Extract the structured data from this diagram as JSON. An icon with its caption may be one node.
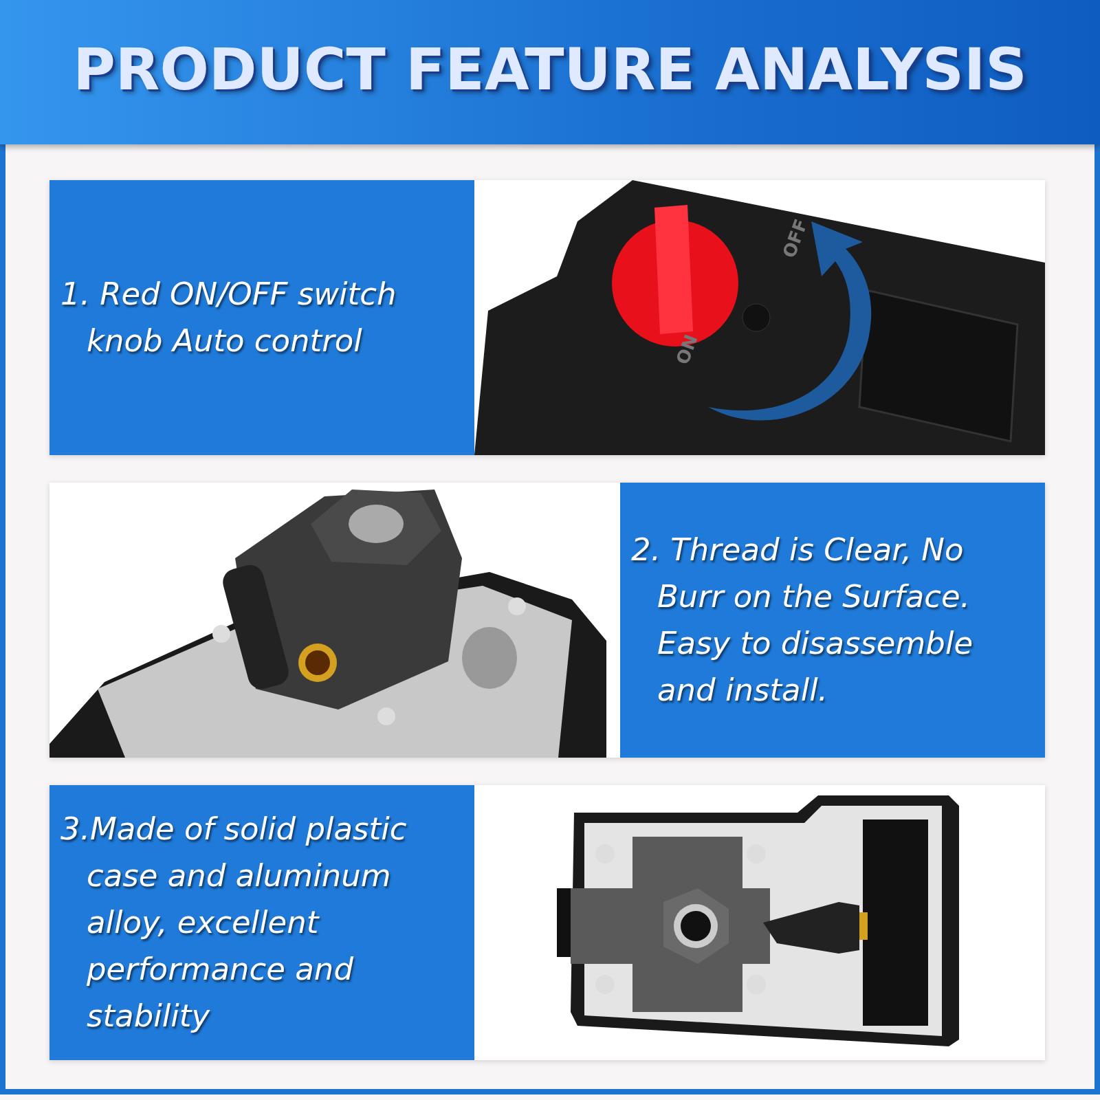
{
  "diagram": {
    "title": "PRODUCT FEATURE ANALYSIS",
    "nodes": [
      {
        "text": [
          "1. Red ON/OFF switch knob Auto control"
        ]
      },
      {
        "text": [
          "2. Thread is Clear, No Burr on the Surface. Easy to disassemble and install."
        ]
      },
      {
        "text": [
          "3.Made of solid plastic case and aluminum alloy, excellent performance and stability"
        ]
      }
    ],
    "labels": [
      "OFF",
      "ON"
    ]
  }
}
